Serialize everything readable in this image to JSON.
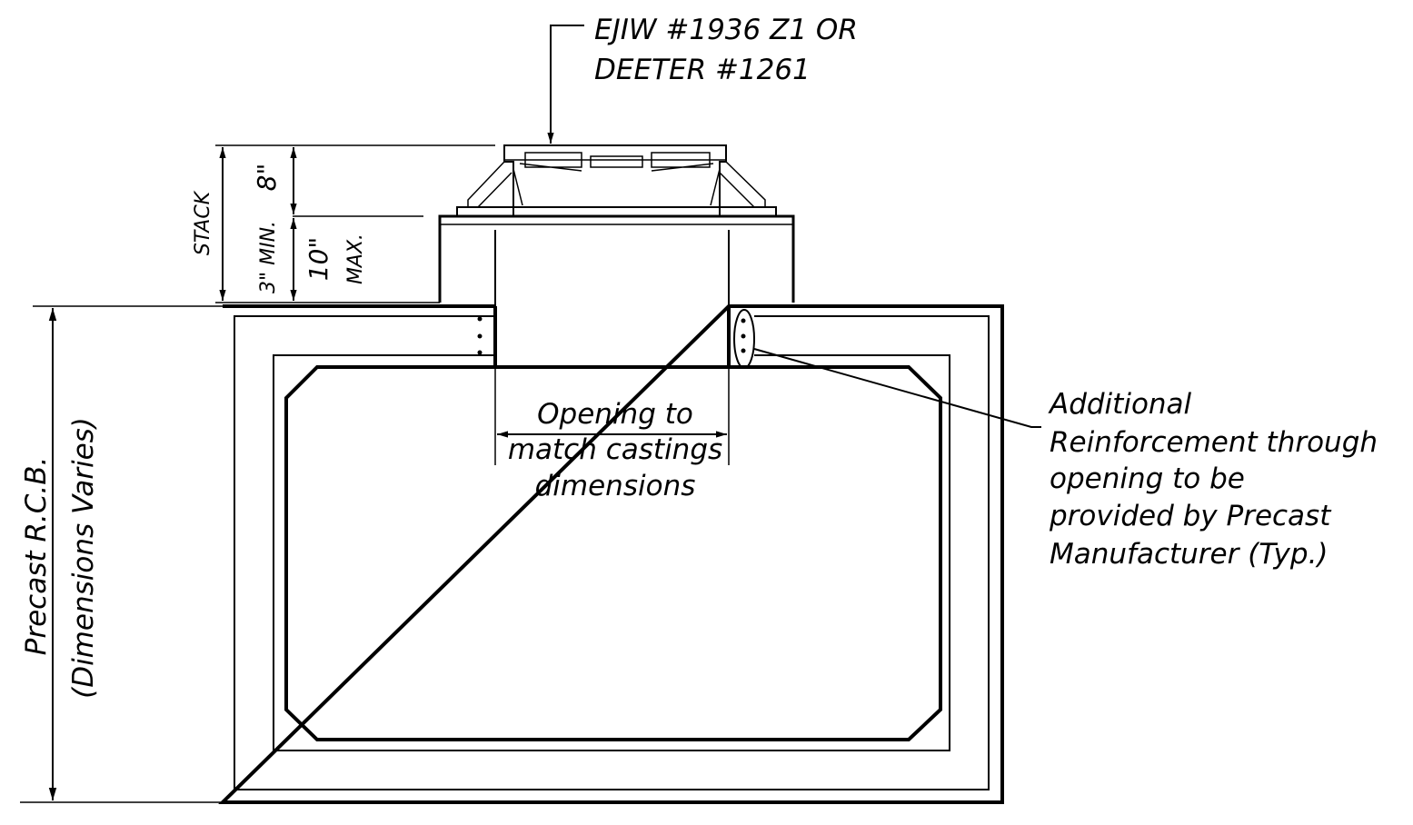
{
  "callouts": {
    "casting_line1": "EJIW #1936 Z1 OR",
    "casting_line2": "DEETER #1261",
    "reinforcement_lines": [
      "Additional",
      "Reinforcement through",
      "opening to be",
      "provided by Precast",
      "Manufacturer (Typ.)"
    ],
    "opening_lines": [
      "Opening to",
      "match castings",
      "dimensions"
    ]
  },
  "dimensions": {
    "stack": "STACK",
    "casting_height": "8\"",
    "min": "3\" MIN.",
    "max_value": "10\"",
    "max_label": "MAX.",
    "box_line1": "Precast R.C.B.",
    "box_line2": "(Dimensions Varies)"
  },
  "colors": {
    "ink": "#000000",
    "background": "#ffffff"
  }
}
